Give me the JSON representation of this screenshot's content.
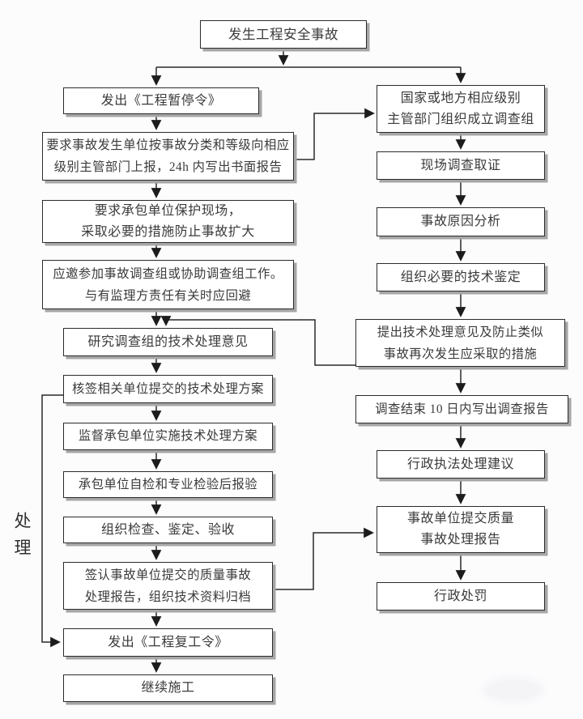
{
  "diagram": {
    "side_label": "处理",
    "colors": {
      "background": "#fdfcfd",
      "box_background": "#ffffff",
      "border": "#2b2b2b",
      "shadow": "#a6a6a6",
      "line": "#2a2a2a",
      "text": "#3a3a3a"
    },
    "nodes": {
      "start": {
        "lines": [
          "发生工程安全事故"
        ]
      },
      "stop_order": {
        "lines": [
          "发出《工程暂停令》"
        ]
      },
      "report_up": {
        "lines": [
          "要求事故发生单位按事故分类和等级向相应",
          "级别主管部门上报，24h 内写出书面报告"
        ]
      },
      "protect_site": {
        "lines": [
          "要求承包单位保护现场，",
          "采取必要的措施防止事故扩大"
        ]
      },
      "join_investigation": {
        "lines": [
          "应邀参加事故调查组或协助调查组工作。",
          "与有监理方责任有关时应回避"
        ]
      },
      "study_opinion": {
        "lines": [
          "研究调查组的技术处理意见"
        ]
      },
      "countersign_plan": {
        "lines": [
          "核签相关单位提交的技术处理方案"
        ]
      },
      "supervise_implement": {
        "lines": [
          "监督承包单位实施技术处理方案"
        ]
      },
      "contractor_selfcheck": {
        "lines": [
          "承包单位自检和专业检验后报验"
        ]
      },
      "organize_acceptance": {
        "lines": [
          "组织检查、鉴定、验收"
        ]
      },
      "sign_quality_report": {
        "lines": [
          "签认事故单位提交的质量事故",
          "处理报告，组织技术资料归档"
        ]
      },
      "resume_order": {
        "lines": [
          "发出《工程复工令》"
        ]
      },
      "continue_construction": {
        "lines": [
          "继续施工"
        ]
      },
      "org_investigation_team": {
        "lines": [
          "国家或地方相应级别",
          "主管部门组织成立调查组"
        ]
      },
      "site_evidence": {
        "lines": [
          "现场调查取证"
        ]
      },
      "cause_analysis": {
        "lines": [
          "事故原因分析"
        ]
      },
      "tech_appraisal": {
        "lines": [
          "组织必要的技术鉴定"
        ]
      },
      "propose_measures": {
        "lines": [
          "提出技术处理意见及防止类似",
          "事故再次发生应采取的措施"
        ]
      },
      "investigation_report": {
        "lines": [
          "调查结束 10 日内写出调查报告"
        ]
      },
      "law_enforcement_suggestion": {
        "lines": [
          "行政执法处理建议"
        ]
      },
      "submit_quality_report": {
        "lines": [
          "事故单位提交质量",
          "事故处理报告"
        ]
      },
      "admin_punishment": {
        "lines": [
          "行政处罚"
        ]
      }
    }
  }
}
